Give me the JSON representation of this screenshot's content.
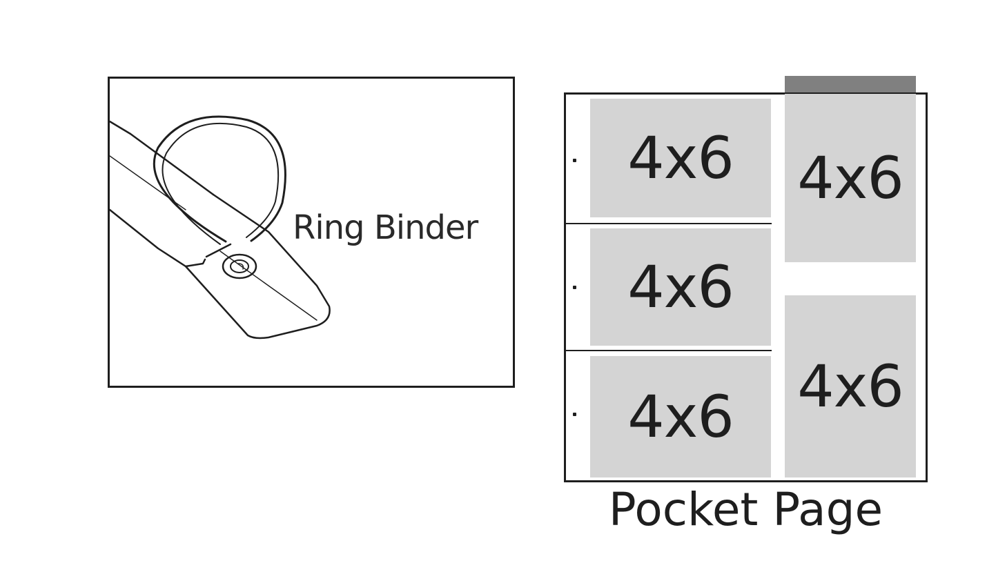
{
  "ring_binder": {
    "label": "Ring Binder",
    "icon": "ring-binder-icon"
  },
  "pocket_page": {
    "caption": "Pocket Page",
    "tab_color": "#808080",
    "pocket_color": "#d4d4d4",
    "pockets": [
      {
        "label": "4x6"
      },
      {
        "label": "4x6"
      },
      {
        "label": "4x6"
      },
      {
        "label": "4x6"
      },
      {
        "label": "4x6"
      }
    ]
  }
}
